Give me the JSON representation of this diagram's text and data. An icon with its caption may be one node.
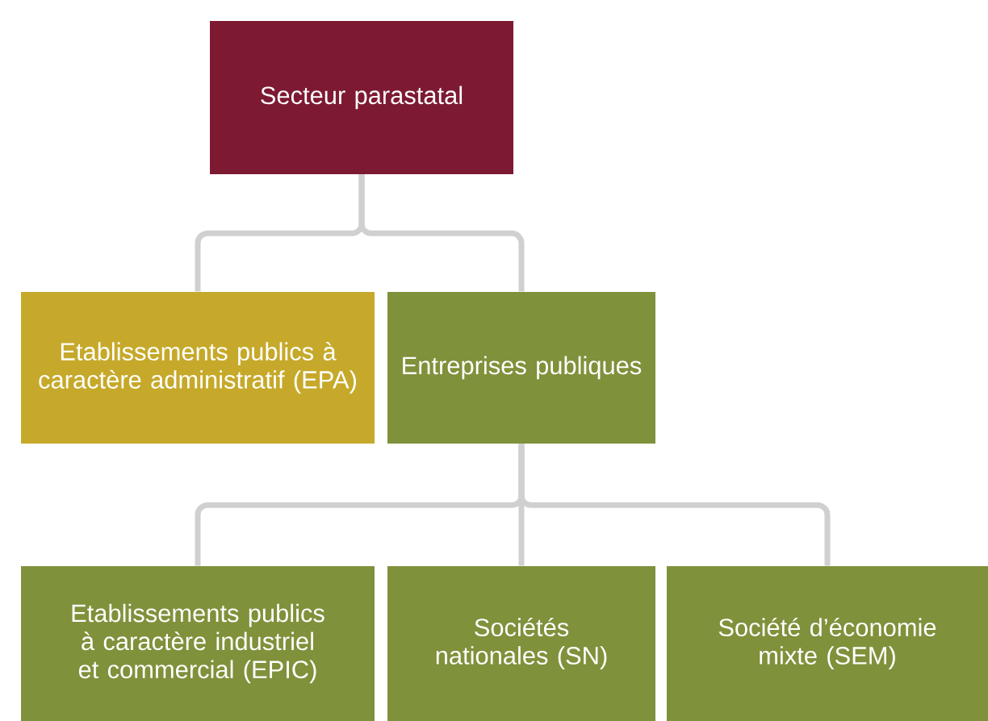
{
  "diagram": {
    "nodes": [
      {
        "text": [
          "Secteur parastatal"
        ]
      },
      {
        "text": [
          "Etablissements publics à caractère administratif (EPA)"
        ]
      },
      {
        "text": [
          "Entreprises publiques"
        ]
      },
      {
        "text": [
          "Etablissements publics à caractère industriel et commercial (EPIC)"
        ]
      },
      {
        "text": [
          "Sociétés nationales (SN)"
        ]
      },
      {
        "text": [
          "Société d’économie mixte (SEM)"
        ]
      }
    ],
    "edges": [
      {
        "from": 0,
        "to": 1,
        "arrow": "none"
      },
      {
        "from": 0,
        "to": 2,
        "arrow": "none"
      },
      {
        "from": 2,
        "to": 3,
        "arrow": "none"
      },
      {
        "from": 2,
        "to": 4,
        "arrow": "none"
      },
      {
        "from": 2,
        "to": 5,
        "arrow": "none"
      }
    ]
  }
}
